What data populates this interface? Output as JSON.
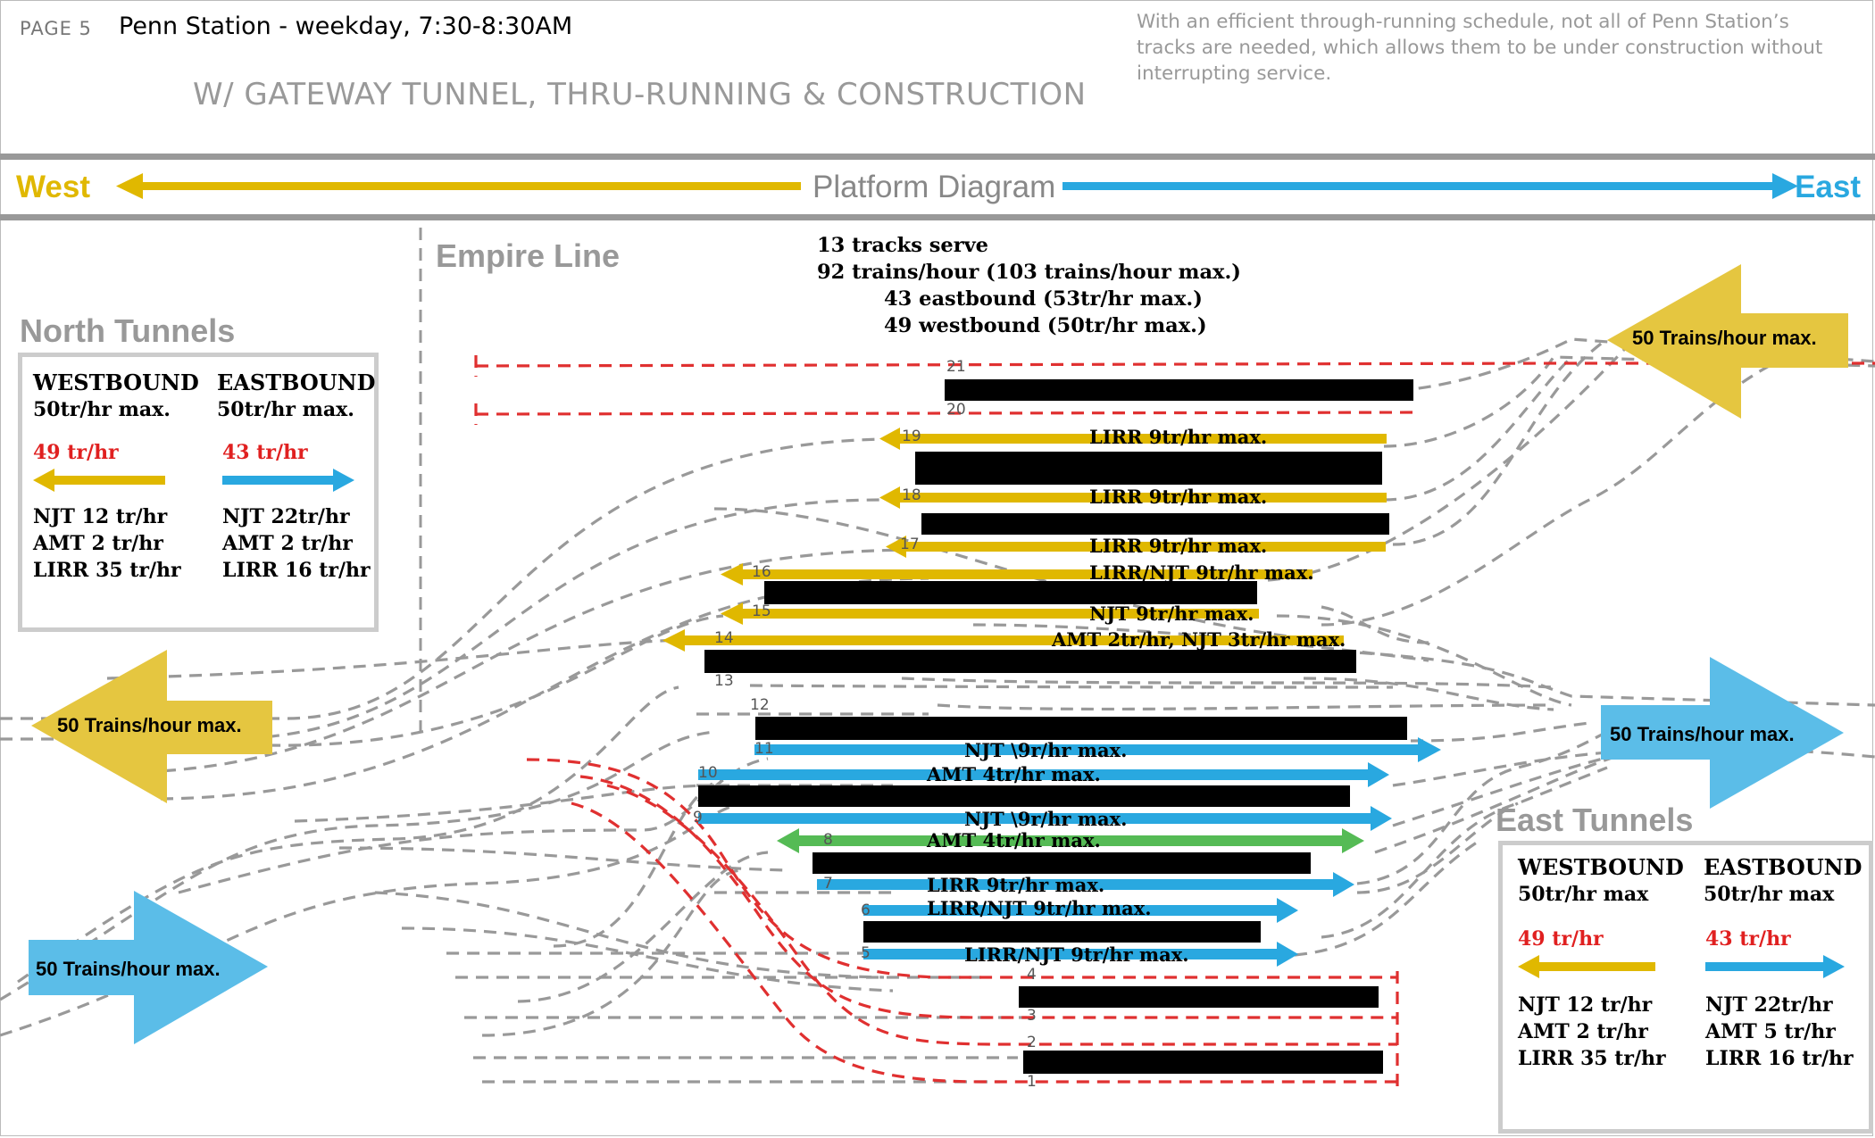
{
  "header": {
    "page_number": "PAGE 5",
    "title": "Penn Station - weekday, 7:30-8:30AM",
    "subtitle": "W/ GATEWAY TUNNEL, THRU-RUNNING & CONSTRUCTION",
    "note": "With an efficient through-running schedule, not all of Penn Station’s tracks are needed, which allows them to be under construction without interrupting service."
  },
  "direction_bar": {
    "west_label": "West",
    "diagram_title": "Platform Diagram",
    "east_label": "East",
    "west_color": "#e0b800",
    "east_color": "#29a8e0"
  },
  "empire_line": {
    "label": "Empire Line"
  },
  "summary": [
    "13 tracks serve",
    "92 trains/hour (103 trains/hour max.)",
    "43 eastbound (53tr/hr max.)",
    "49 westbound (50tr/hr max.)"
  ],
  "north_tunnels": {
    "title": "North Tunnels",
    "westbound": {
      "heading": "WESTBOUND",
      "max": "50tr/hr max.",
      "rate": "49 tr/hr",
      "services": [
        "NJT 12 tr/hr",
        "AMT 2 tr/hr",
        "LIRR 35 tr/hr"
      ]
    },
    "eastbound": {
      "heading": "EASTBOUND",
      "max": "50tr/hr max.",
      "rate": "43 tr/hr",
      "services": [
        "NJT 22tr/hr",
        "AMT 2 tr/hr",
        "LIRR 16 tr/hr"
      ]
    }
  },
  "east_tunnels": {
    "title": "East Tunnels",
    "westbound": {
      "heading": "WESTBOUND",
      "max": "50tr/hr max",
      "rate": "49 tr/hr",
      "services": [
        "NJT 12 tr/hr",
        "AMT 2 tr/hr",
        "LIRR 35 tr/hr"
      ]
    },
    "eastbound": {
      "heading": "EASTBOUND",
      "max": "50tr/hr max",
      "rate": "43 tr/hr",
      "services": [
        "NJT 22tr/hr",
        "AMT 5 tr/hr",
        "LIRR 16 tr/hr"
      ]
    }
  },
  "big_arrows": {
    "east_upper_west": "50 Trains/hour max.",
    "west_middle_west": "50 Trains/hour max.",
    "east_middle_east": "50 Trains/hour max.",
    "west_lower_east": "50 Trains/hour max."
  },
  "tracks": [
    {
      "number": "21",
      "label": ""
    },
    {
      "number": "20",
      "label": ""
    },
    {
      "number": "19",
      "label": "LIRR 9tr/hr max."
    },
    {
      "number": "18",
      "label": "LIRR 9tr/hr max."
    },
    {
      "number": "17",
      "label": "LIRR 9tr/hr max."
    },
    {
      "number": "16",
      "label": "LIRR/NJT 9tr/hr max."
    },
    {
      "number": "15",
      "label": "NJT 9tr/hr max."
    },
    {
      "number": "14",
      "label": "AMT 2tr/hr, NJT 3tr/hr max."
    },
    {
      "number": "13",
      "label": ""
    },
    {
      "number": "12",
      "label": ""
    },
    {
      "number": "11",
      "label": "NJT \\9r/hr max."
    },
    {
      "number": "10",
      "label": "AMT 4tr/hr max."
    },
    {
      "number": "9",
      "label": "NJT \\9r/hr max."
    },
    {
      "number": "8",
      "label": "AMT 4tr/hr max."
    },
    {
      "number": "7",
      "label": "LIRR 9tr/hr max."
    },
    {
      "number": "6",
      "label": "LIRR/NJT 9tr/hr max."
    },
    {
      "number": "5",
      "label": "LIRR/NJT 9tr/hr max."
    },
    {
      "number": "4",
      "label": ""
    },
    {
      "number": "3",
      "label": ""
    },
    {
      "number": "2",
      "label": ""
    },
    {
      "number": "1",
      "label": ""
    }
  ],
  "colors": {
    "westbound": "#e0b800",
    "eastbound": "#29a8e0",
    "bidirectional": "#55bb55",
    "construction": "#e03030",
    "connector": "#999999",
    "platform": "#000000"
  }
}
